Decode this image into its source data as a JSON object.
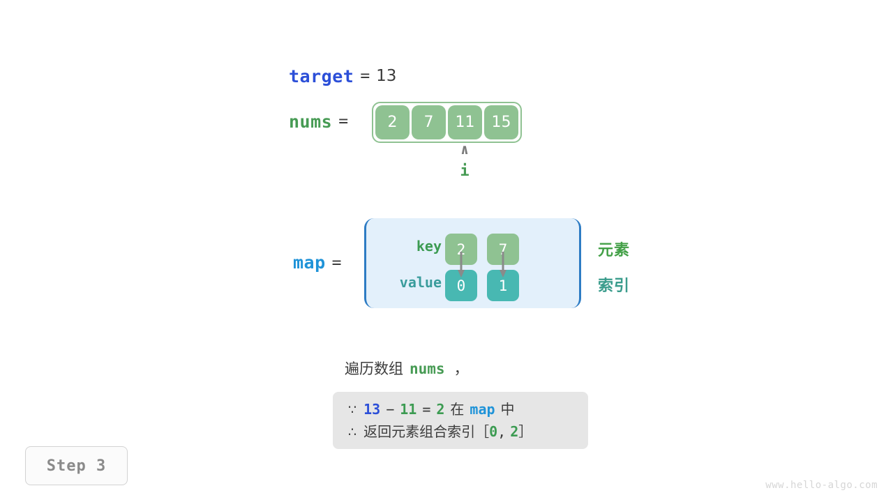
{
  "title": "Two Sum hash map walkthrough - Step 3",
  "colors": {
    "green": "#8fc292",
    "green_text": "#479b54",
    "teal": "#48b8b2",
    "blue_dark": "#2c4fd8",
    "blue_light": "#1f93d8",
    "map_bg": "#e3f0fb",
    "map_border": "#2e7cc4",
    "note_bg": "#e6e6e6",
    "arrow_gray": "#7a7a7a"
  },
  "target": {
    "var_label": "target",
    "equals": "=",
    "value": "13"
  },
  "nums": {
    "var_label": "nums",
    "equals": "=",
    "cells": [
      "2",
      "7",
      "11",
      "15"
    ],
    "pointer": {
      "caret": "∧",
      "label": "i",
      "index": 2
    }
  },
  "map": {
    "var_label": "map",
    "equals": "=",
    "row_labels": {
      "key": "key",
      "value": "value"
    },
    "entries": [
      {
        "key": "2",
        "value": "0"
      },
      {
        "key": "7",
        "value": "1"
      }
    ],
    "side_labels": {
      "element": "元素",
      "index": "索引"
    }
  },
  "caption": {
    "text": "遍历数组",
    "code": "nums",
    "punctuation": "，"
  },
  "note": {
    "line1": {
      "symbol": "∵",
      "a": "13",
      "minus": "−",
      "b": "11",
      "eq": "=",
      "c": "2",
      "mid": "在",
      "map": "map",
      "end": "中"
    },
    "line2": {
      "symbol": "∴",
      "text": "返回元素组合索引",
      "bracket_open": "［",
      "i0": "0",
      "comma": ",",
      "i1": "2",
      "bracket_close": "］"
    }
  },
  "step_badge": {
    "label": "Step 3"
  },
  "watermark": {
    "text": "www.hello-algo.com"
  }
}
